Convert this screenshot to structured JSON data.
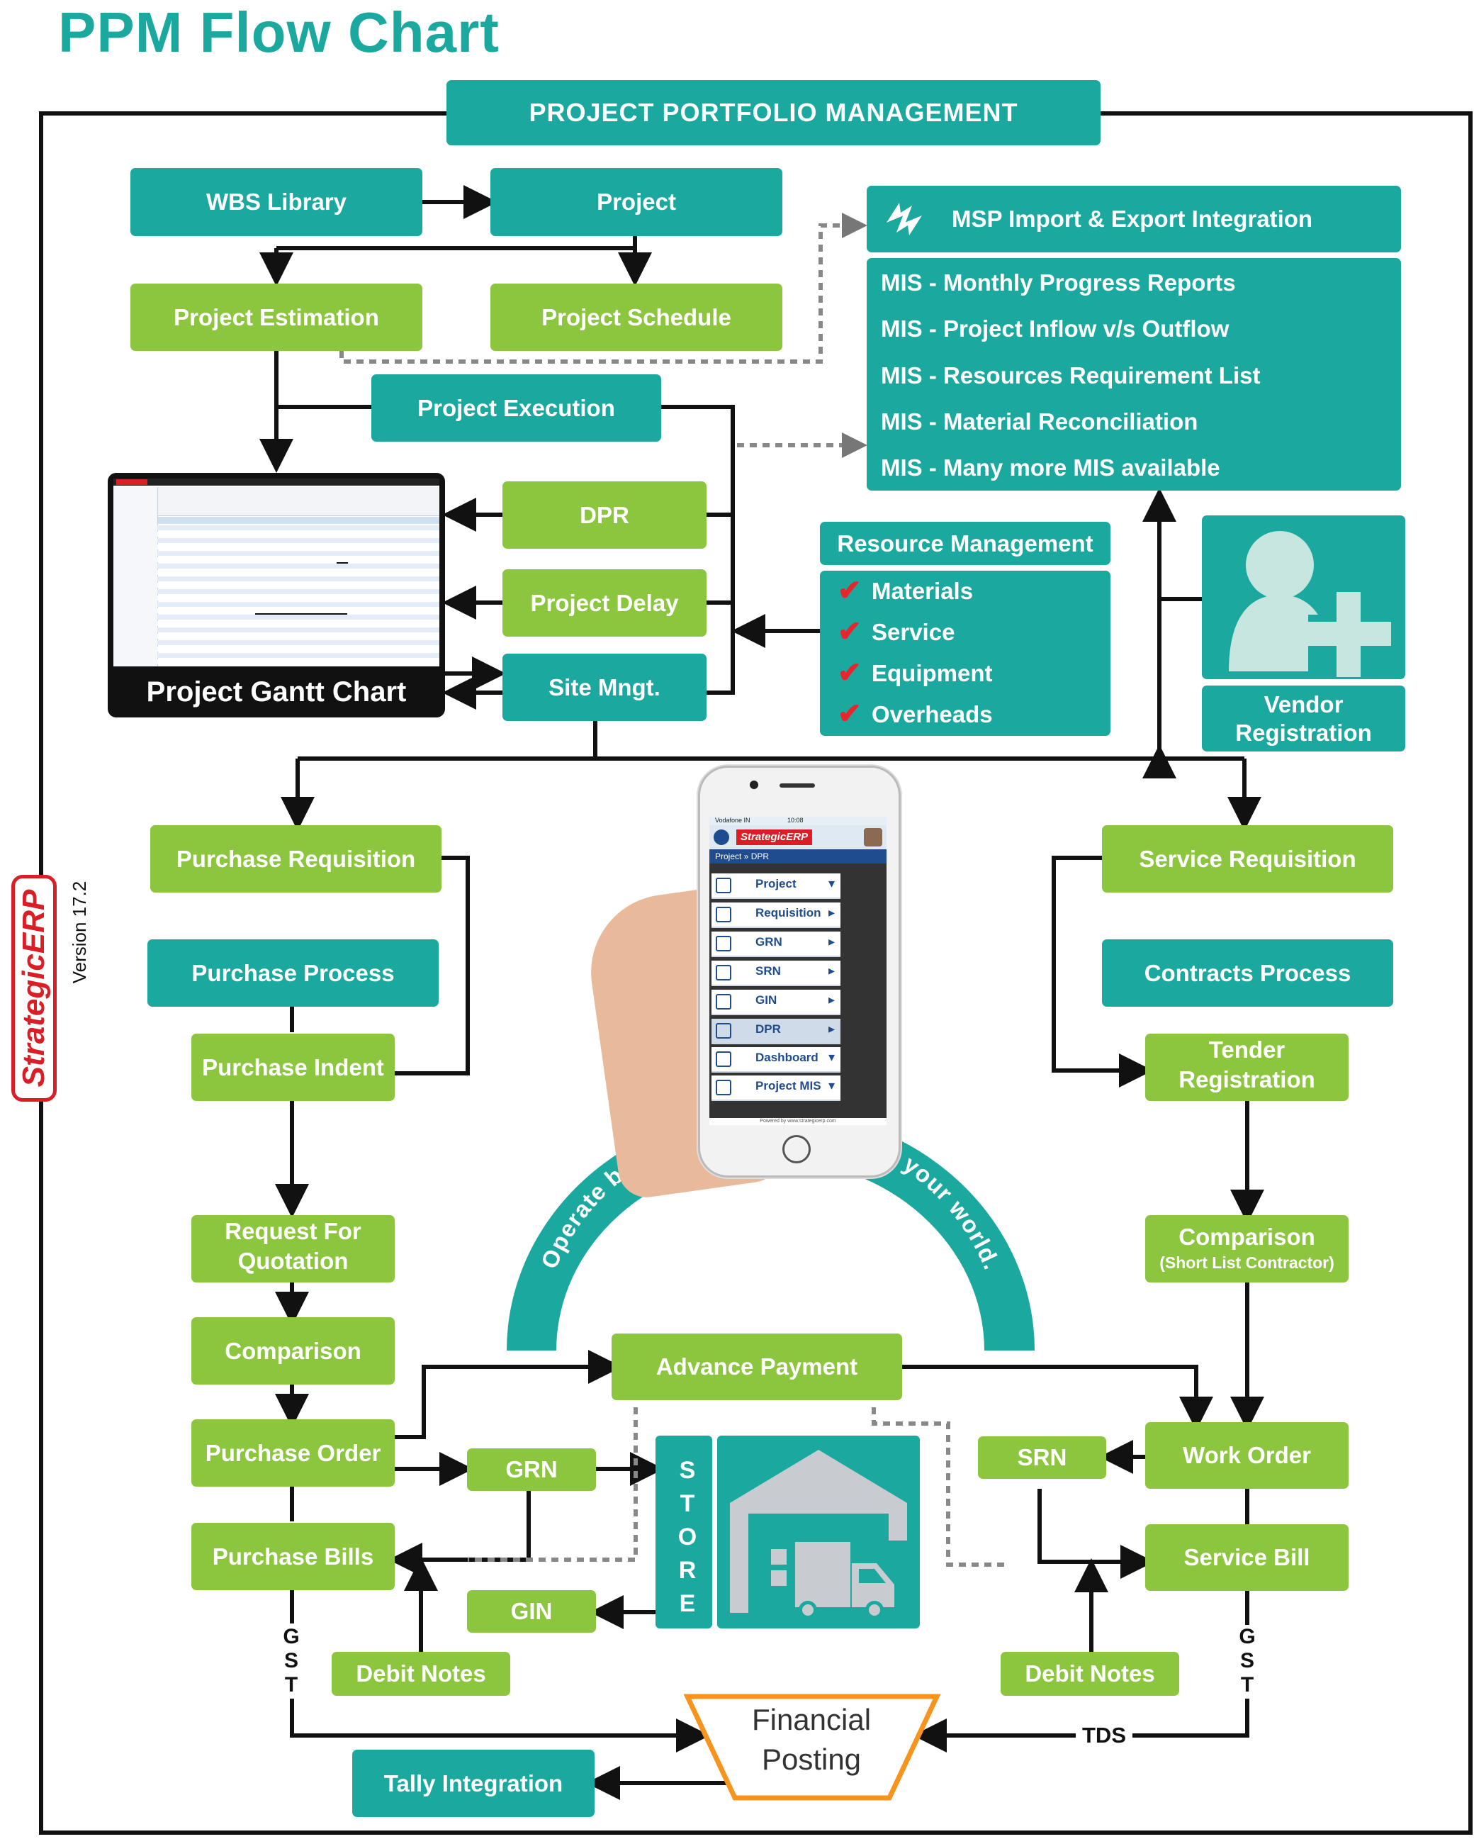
{
  "title": "PPM Flow Chart",
  "header": "PROJECT PORTFOLIO MANAGEMENT",
  "top": {
    "wbs_library": "WBS Library",
    "project": "Project",
    "project_estimation": "Project Estimation",
    "project_schedule": "Project Schedule",
    "project_execution": "Project Execution",
    "dpr": "DPR",
    "project_delay": "Project Delay",
    "site_mngt": "Site Mngt.",
    "gantt_label": "Project Gantt Chart"
  },
  "msp": "MSP Import & Export Integration",
  "mis": [
    "MIS - Monthly Progress Reports",
    "MIS - Project Inflow v/s Outflow",
    "MIS - Resources Requirement List",
    "MIS - Material Reconciliation",
    "MIS - Many more MIS available"
  ],
  "resource": {
    "title": "Resource Management",
    "items": [
      "Materials",
      "Service",
      "Equipment",
      "Overheads"
    ]
  },
  "vendor": {
    "line1": "Vendor",
    "line2": "Registration"
  },
  "purchase": {
    "requisition": "Purchase Requisition",
    "process": "Purchase Process",
    "indent": "Purchase Indent",
    "rfq_line1": "Request For",
    "rfq_line2": "Quotation",
    "comparison": "Comparison",
    "order": "Purchase Order",
    "bills": "Purchase Bills",
    "grn": "GRN",
    "gin": "GIN",
    "debit_notes": "Debit Notes"
  },
  "service": {
    "requisition": "Service Requisition",
    "contracts": "Contracts Process",
    "tender_line1": "Tender",
    "tender_line2": "Registration",
    "comparison": "Comparison",
    "comparison_sub": "(Short List Contractor)",
    "work_order": "Work Order",
    "srn": "SRN",
    "bill": "Service Bill",
    "debit_notes": "Debit Notes"
  },
  "advance_payment": "Advance Payment",
  "store_letters": [
    "S",
    "T",
    "O",
    "R",
    "E"
  ],
  "arc_text": "Operate by mobile app & innovate your world.",
  "financial": {
    "line1": "Financial",
    "line2": "Posting"
  },
  "tally": "Tally Integration",
  "gst_letters": [
    "G",
    "S",
    "T"
  ],
  "tds": "TDS",
  "brand": {
    "logo": "StrategicERP",
    "version": "Version 17.2"
  },
  "phone": {
    "status": "Vodafone IN",
    "time": "10:08",
    "app_logo": "StrategicERP",
    "breadcrumb": "Project » DPR",
    "menu": [
      "Project",
      "Requisition",
      "GRN",
      "SRN",
      "GIN",
      "DPR",
      "Dashboard",
      "Project MIS"
    ],
    "footer": "Powered by www.strategicerp.com"
  },
  "colors": {
    "teal": "#1ba89e",
    "green": "#8cc63f",
    "orange": "#f7941d",
    "check_red": "#e8252b"
  }
}
